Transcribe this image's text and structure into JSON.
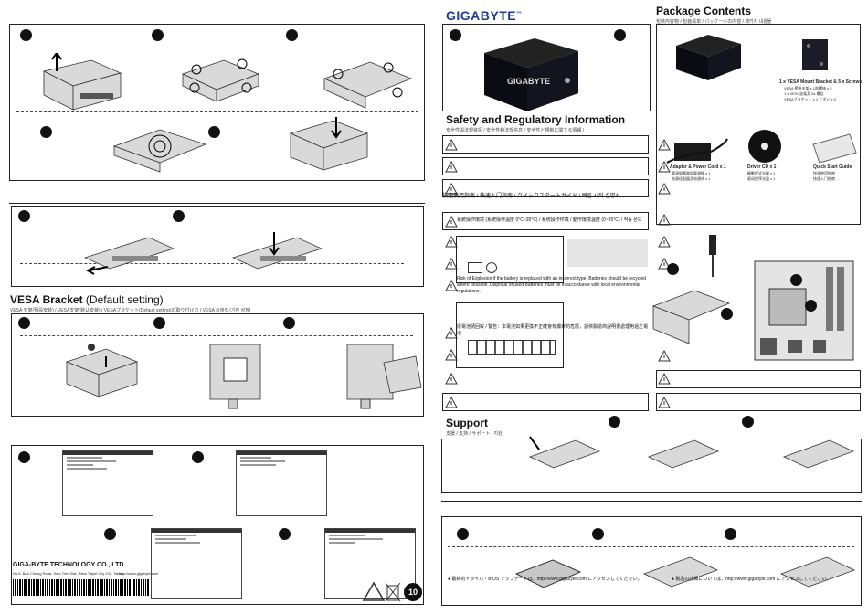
{
  "brand": {
    "logo": "GIGABYTE",
    "tm": "™"
  },
  "sections": {
    "vesa": {
      "title_bold": "VESA Bracket",
      "title_light": " (Default setting)",
      "subtitle": "VESA 支架(預設安裝) / VESA支架(默认安装) / VESAブラケット(Default setting)の取り付け方 / VESA 브래킷 (기본 설정)"
    },
    "package": {
      "title": "Package Contents",
      "subtitle": "包裝內容物 / 包装清单 / パッケージの内容 / 패키지 내용물"
    },
    "safety": {
      "title": "Safety and Regulatory Information",
      "subtitle": "安全性與法規資訊 / 安全性和法规信息 / 安全性と規制に関する情報 /"
    },
    "quickstart": {
      "title": "快速使用指南 / 快速入门指南 / クイックスタートガイド / 빠른 시작 설명서"
    },
    "env": {
      "text": "系統操作環境 (系統操作溫度 0°C~35°C) / 系统操作环境 / 動作環境温度 (0~35°C) / 작동 온도"
    },
    "battery": {
      "text": "Risk of Explosion if the battery is replaced with an incorrect type. Batteries should be recycled where possible. Disposal of used Batteries must be in accordance with local environmental regulations."
    },
    "recycle_cn": {
      "text": "廢電池請回收 / 警告：本電池如果更換不正確會有爆炸的危險，請依製造商說明書處理用過之電池"
    },
    "support": {
      "title": "Support",
      "subtitle": "支援 / 支持 / サポート / 지원"
    }
  },
  "package_items": [
    {
      "label": "1 x VESA Mount Bracket & 5 x Screws",
      "lines": [
        "VESA 壁掛支架 x 1與螺絲 x 5",
        "1 x VESA支架及 5x 螺丝",
        "VESAブラケット x 1 とネジ x 5"
      ]
    },
    {
      "label": "Adapter & Power Cord x 1",
      "lines": [
        "電源變壓器與電源線 x 1",
        "电源适配器及电源线 x 1"
      ]
    },
    {
      "label": "Driver CD x 1",
      "lines": [
        "驅動程式光碟 x 1",
        "驱动程序光盘 x 1"
      ]
    },
    {
      "label": "Quick Start Guide",
      "lines": [
        "快速使用指南",
        "快速入门指南"
      ]
    }
  ],
  "company": {
    "name": "GIGA-BYTE TECHNOLOGY CO., LTD.",
    "address": "No.6, Bao Chiang Road, Hsin-Tien Dist., New Taipei City 231, Taiwan",
    "url": "http://www.gigabyte.com"
  },
  "footer_right": {
    "driver_note": "● 最新的ドライバ・BIOS アップデートは、http://www.gigabyte.com にアクセスしてください。",
    "manual_note": "● 製品の詳細については、http://www.gigabyte.com にアクセスしてください。"
  },
  "page_number": "10",
  "device_logo": "GIGABYTE"
}
